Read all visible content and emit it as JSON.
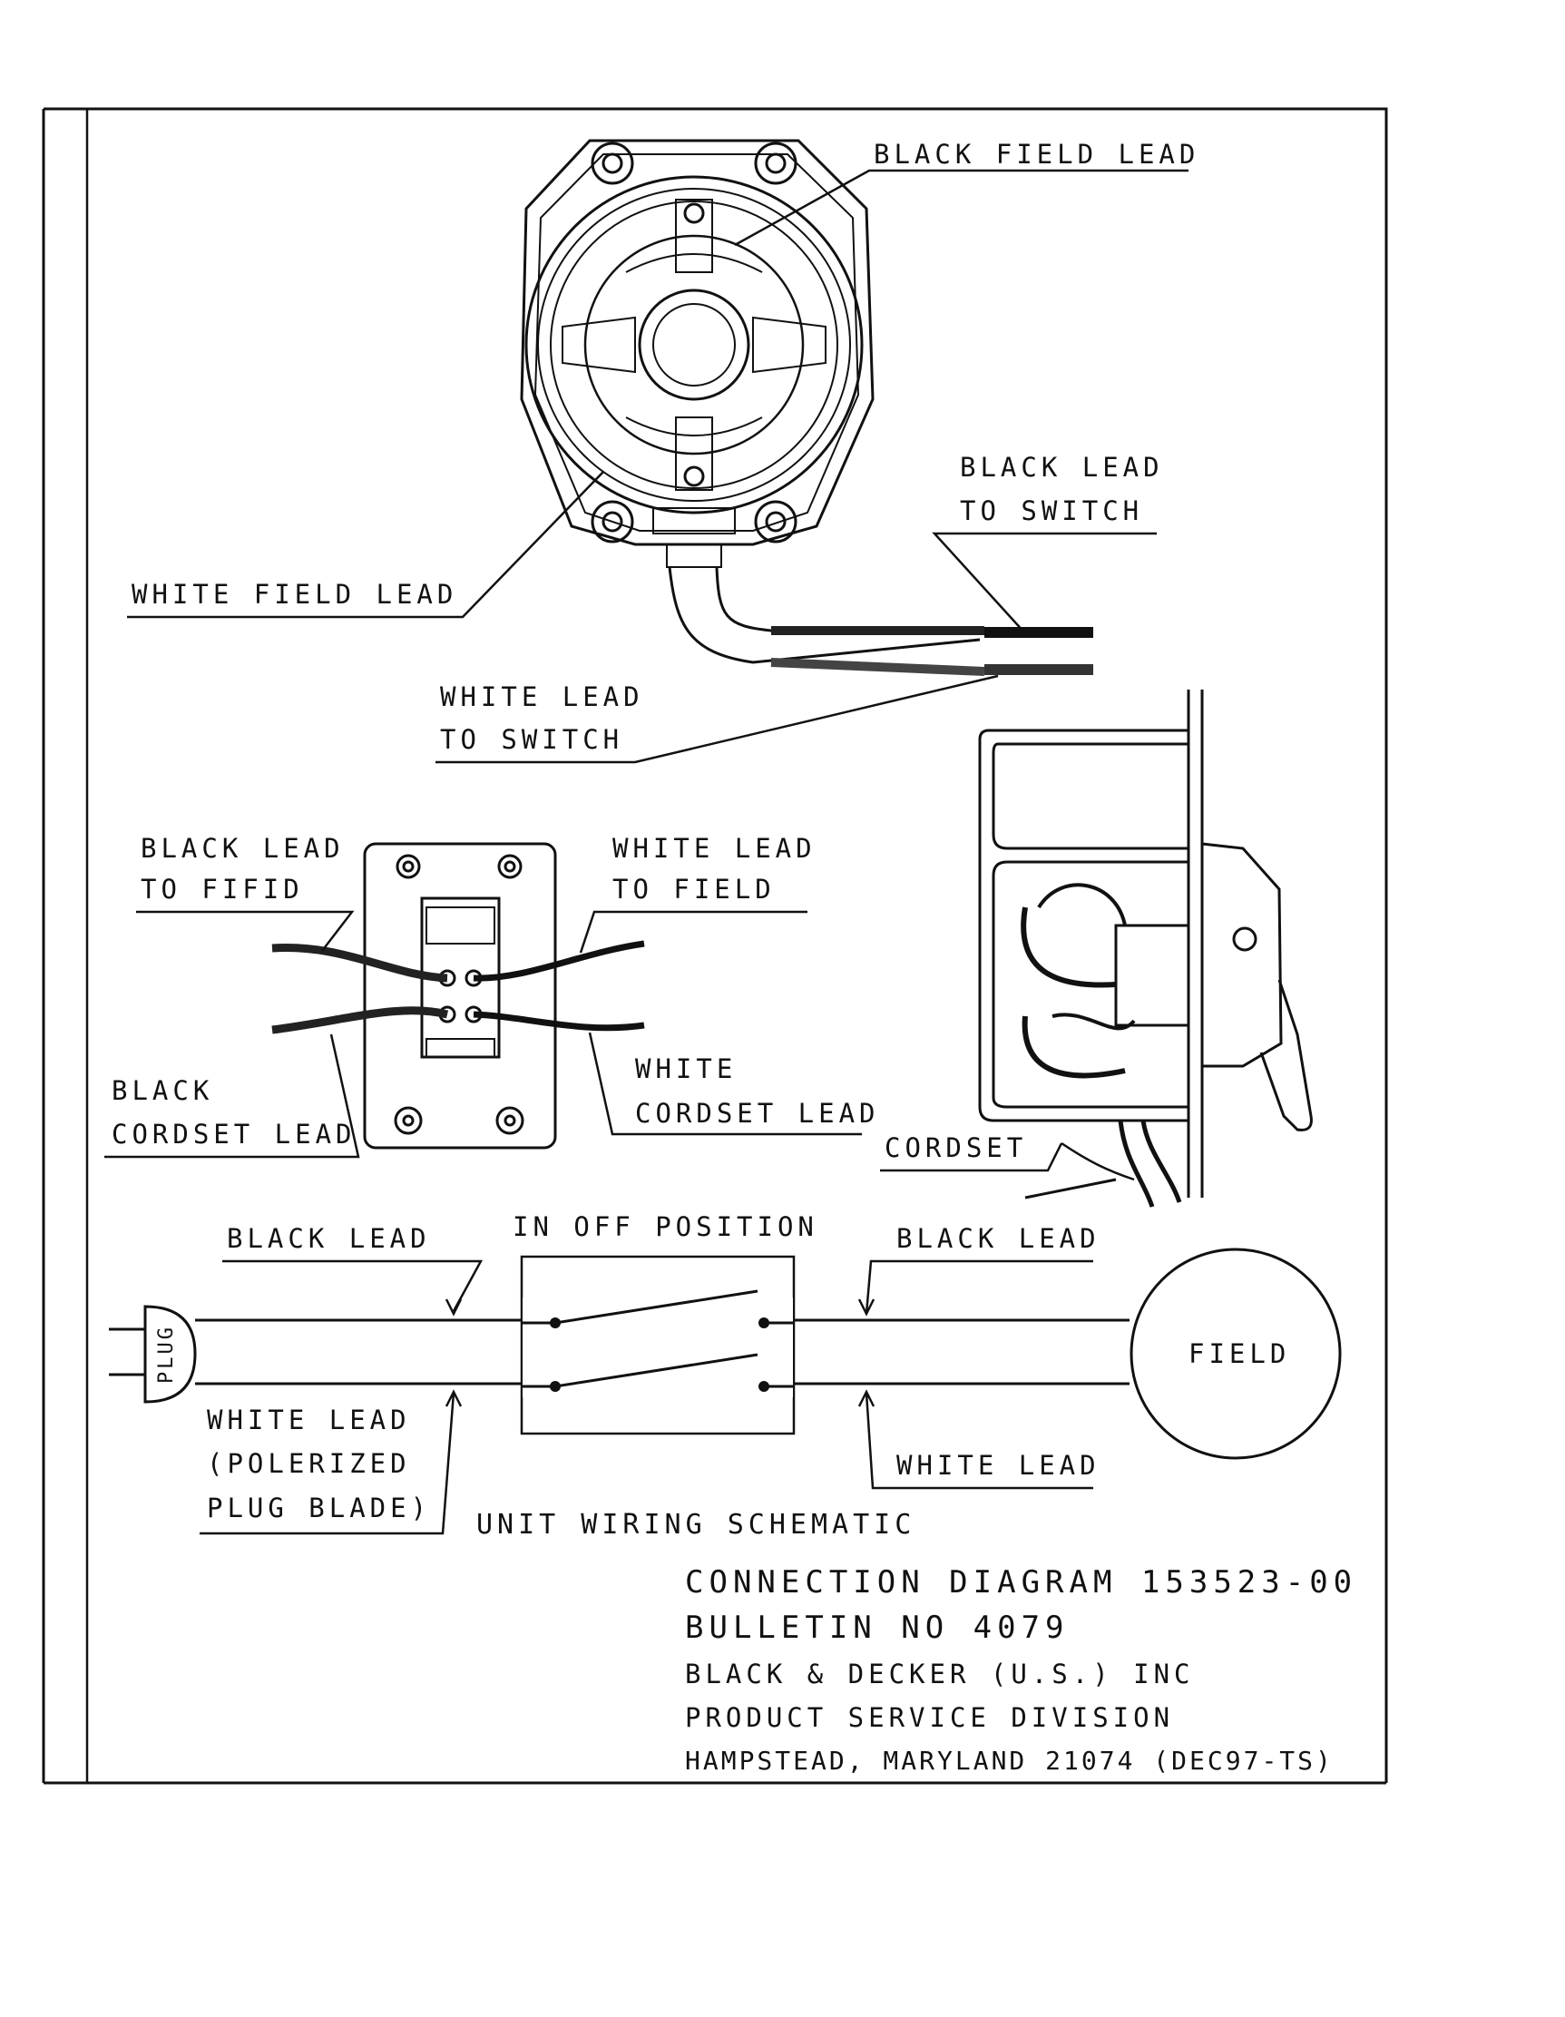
{
  "motor_view": {
    "black_field_lead": "BLACK FIELD LEAD",
    "white_field_lead": "WHITE FIELD LEAD",
    "black_lead_to_switch": [
      "BLACK LEAD",
      "TO SWITCH"
    ],
    "white_lead_to_switch": [
      "WHITE LEAD",
      "TO SWITCH"
    ]
  },
  "switch_view": {
    "black_lead_to_field": [
      "BLACK LEAD",
      "TO FIFID"
    ],
    "white_lead_to_field": [
      "WHITE LEAD",
      "TO FIELD"
    ],
    "black_cordset_lead": [
      "BLACK",
      "CORDSET LEAD"
    ],
    "white_cordset_lead": [
      "WHITE",
      "CORDSET LEAD"
    ]
  },
  "housing_view": {
    "cordset": "CORDSET"
  },
  "schematic": {
    "black_lead_left": "BLACK LEAD",
    "switch_caption": "IN OFF POSITION",
    "black_lead_right": "BLACK LEAD",
    "plug": "PLUG",
    "field": "FIELD",
    "white_lead_left": [
      "WHITE LEAD",
      "(POLERIZED",
      "PLUG BLADE)"
    ],
    "white_lead_right": "WHITE LEAD",
    "title": "UNIT WIRING SCHEMATIC"
  },
  "title_block": {
    "line1": "CONNECTION DIAGRAM 153523-00",
    "line2": "BULLETIN NO  4079",
    "line3": "BLACK & DECKER (U.S.) INC",
    "line4": "PRODUCT SERVICE DIVISION",
    "line5": "HAMPSTEAD, MARYLAND 21074 (DEC97-TS)"
  }
}
